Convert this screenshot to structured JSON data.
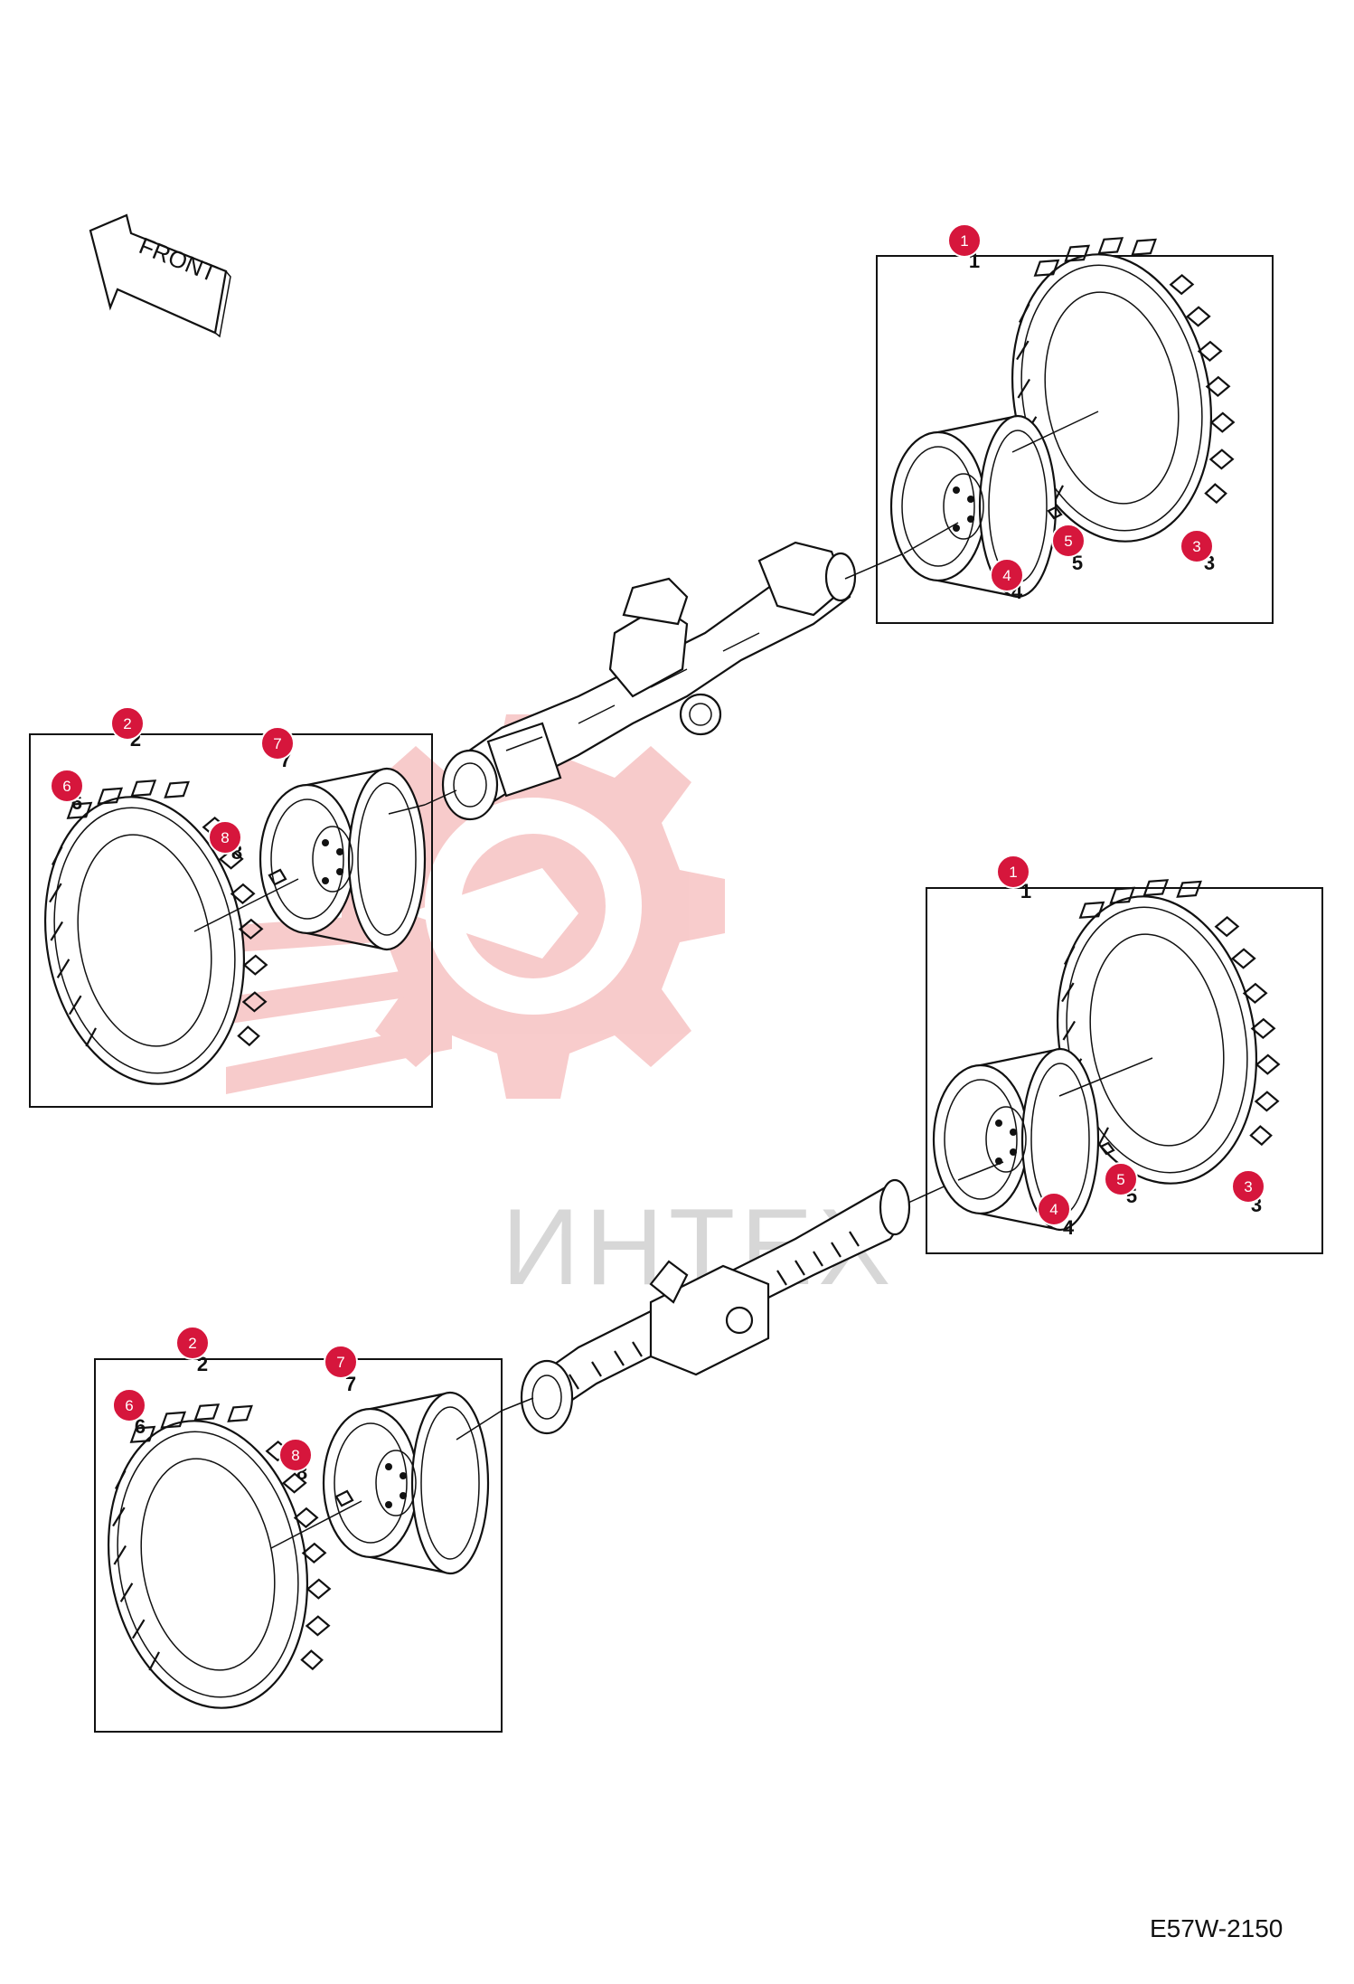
{
  "front_arrow": {
    "label": "FRONT"
  },
  "watermark": {
    "text": "ИНТЕХ",
    "color": "#f7c6c6"
  },
  "drawing_code": "E57W-2150",
  "badge_color": "#d6163c",
  "callouts": [
    {
      "label": "1",
      "assembly": "front-right-wheel-box"
    },
    {
      "label": "3",
      "assembly": "front-right-wheel-box"
    },
    {
      "label": "4",
      "assembly": "front-right-wheel-box"
    },
    {
      "label": "5",
      "assembly": "front-right-wheel-box"
    },
    {
      "label": "2",
      "assembly": "front-left-wheel-box"
    },
    {
      "label": "6",
      "assembly": "front-left-wheel-box"
    },
    {
      "label": "7",
      "assembly": "front-left-wheel-box"
    },
    {
      "label": "8",
      "assembly": "front-left-wheel-box"
    },
    {
      "label": "1",
      "assembly": "rear-right-wheel-box"
    },
    {
      "label": "3",
      "assembly": "rear-right-wheel-box"
    },
    {
      "label": "4",
      "assembly": "rear-right-wheel-box"
    },
    {
      "label": "5",
      "assembly": "rear-right-wheel-box"
    },
    {
      "label": "2",
      "assembly": "rear-left-wheel-box"
    },
    {
      "label": "6",
      "assembly": "rear-left-wheel-box"
    },
    {
      "label": "7",
      "assembly": "rear-left-wheel-box"
    },
    {
      "label": "8",
      "assembly": "rear-left-wheel-box"
    }
  ]
}
